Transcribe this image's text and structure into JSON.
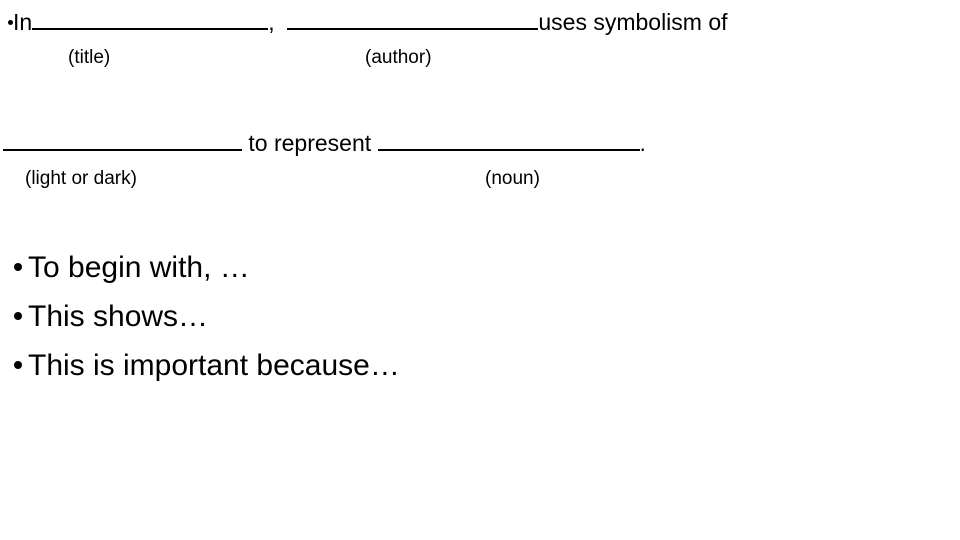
{
  "slide": {
    "background_color": "#FFFFFF",
    "text_color": "#000000"
  },
  "sentence_frame": {
    "line_1": {
      "lead_word": "In",
      "separator": ",",
      "blank_title_label": "(title)",
      "blank_author_label": "(author)",
      "trailing_text": "uses symbolism of"
    },
    "line_2": {
      "middle_text": "to represent",
      "blank_lod_label": "(light or dark)",
      "blank_noun_label": "(noun)",
      "terminator": "."
    }
  },
  "starters_frame": {
    "items": [
      {
        "text": "To begin with, …"
      },
      {
        "text": "This shows…"
      },
      {
        "text": "This is important because…"
      }
    ]
  }
}
